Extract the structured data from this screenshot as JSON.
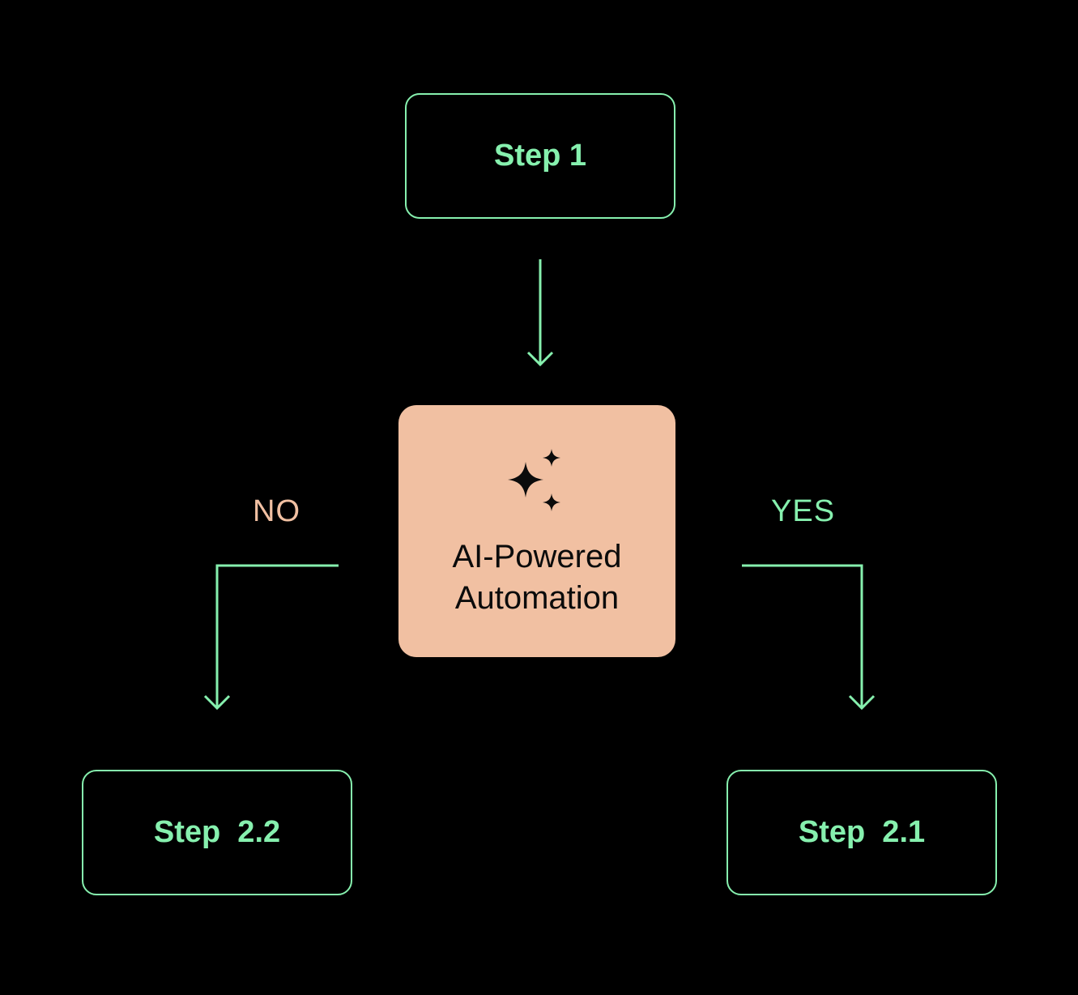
{
  "colors": {
    "background": "#000000",
    "accent_green": "#86f0ae",
    "accent_peach": "#f1c0a2",
    "dark_text": "#0b0b0b"
  },
  "nodes": {
    "step1": {
      "label": "Step 1"
    },
    "decision": {
      "label": "AI-Powered\nAutomation",
      "icon": "sparkles-icon"
    },
    "step22": {
      "label": "Step  2.2"
    },
    "step21": {
      "label": "Step  2.1"
    }
  },
  "branches": {
    "no": {
      "label": "NO"
    },
    "yes": {
      "label": "YES"
    }
  }
}
